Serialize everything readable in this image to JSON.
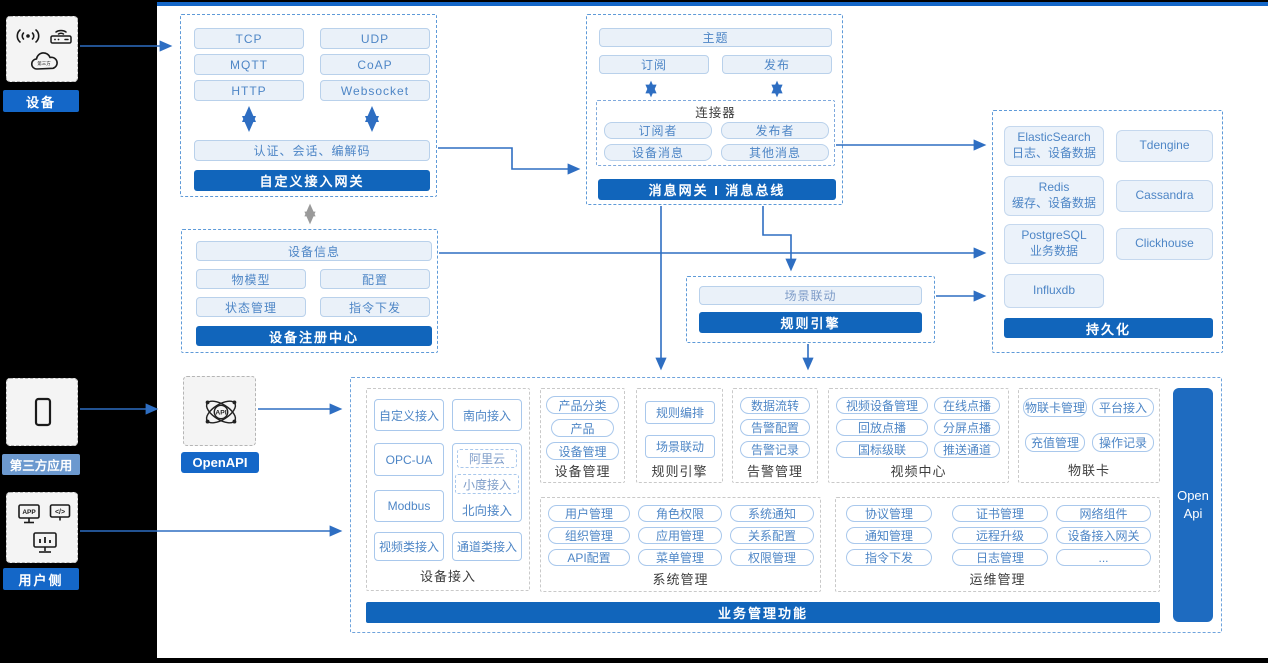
{
  "colors": {
    "accent_blue": "#1467C8",
    "title_bar_blue": "#1165BB",
    "light_pill_bg": "#EAF1F9",
    "pill_border": "#B9D1EB",
    "pill_text": "#4E86C6",
    "dashed_border_blue": "#5E9AD8",
    "muted_label_blue": "#6C99CF",
    "arrow_blue": "#2E6EC2",
    "openapi_sidebar_blue": "#1E6BC0",
    "rail_background": "#000000"
  },
  "left_rail": {
    "device": {
      "label": "设备",
      "icons": [
        "signal-icon",
        "router-icon",
        "cloud-icon"
      ]
    },
    "third_party": {
      "label": "第三方应用",
      "icons": [
        "phone-icon"
      ]
    },
    "user_side": {
      "label": "用户侧",
      "icons": [
        "app-window-icon",
        "code-window-icon",
        "chart-monitor-icon"
      ]
    }
  },
  "custom_gateway": {
    "title": "自定义接入网关",
    "protocols": [
      "TCP",
      "UDP",
      "MQTT",
      "CoAP",
      "HTTP",
      "Websocket"
    ],
    "session_layer": "认证、会话、编解码"
  },
  "device_registry": {
    "title": "设备注册中心",
    "items": [
      "设备信息",
      "物模型",
      "配置",
      "状态管理",
      "指令下发"
    ]
  },
  "message_bus": {
    "title": "消息网关 I 消息总线",
    "topic": "主题",
    "subscribe": "订阅",
    "publish": "发布",
    "connector": {
      "title": "连接器",
      "items": [
        "订阅者",
        "发布者",
        "设备消息",
        "其他消息"
      ]
    }
  },
  "rule_engine_block": {
    "title": "规则引擎",
    "item": "场景联动"
  },
  "persistence": {
    "title": "持久化",
    "stores": [
      {
        "name": "ElasticSearch",
        "desc": "日志、设备数据"
      },
      {
        "name": "Tdengine"
      },
      {
        "name": "Redis",
        "desc": "缓存、设备数据"
      },
      {
        "name": "Cassandra"
      },
      {
        "name": "PostgreSQL",
        "desc": "业务数据"
      },
      {
        "name": "Clickhouse"
      },
      {
        "name": "Influxdb"
      }
    ]
  },
  "openapi": {
    "label": "OpenAPI",
    "icon": "api-network-icon"
  },
  "business_platform": {
    "title": "业务管理功能",
    "open_api_sidebar": "Open Api",
    "sections": {
      "device_access": {
        "label": "设备接入",
        "items": [
          "自定义接入",
          "南向接入",
          "OPC-UA",
          "Modbus",
          "视频类接入",
          "通道类接入"
        ],
        "north_group": {
          "label": "北向接入",
          "items": [
            "阿里云",
            "小度接入"
          ]
        }
      },
      "device_mgmt": {
        "label": "设备管理",
        "items": [
          "产品分类",
          "产品",
          "设备管理"
        ]
      },
      "rule_engine": {
        "label": "规则引擎",
        "items": [
          "规则编排",
          "场景联动"
        ]
      },
      "alarm_mgmt": {
        "label": "告警管理",
        "items": [
          "数据流转",
          "告警配置",
          "告警记录"
        ]
      },
      "video_center": {
        "label": "视频中心",
        "items": [
          "视频设备管理",
          "在线点播",
          "回放点播",
          "分屏点播",
          "国标级联",
          "推送通道"
        ]
      },
      "iot_card": {
        "label": "物联卡",
        "items": [
          "物联卡管理",
          "平台接入",
          "充值管理",
          "操作记录"
        ]
      },
      "system_mgmt": {
        "label": "系统管理",
        "items": [
          "用户管理",
          "角色权限",
          "系统通知",
          "组织管理",
          "应用管理",
          "关系配置",
          "API配置",
          "菜单管理",
          "权限管理"
        ]
      },
      "ops_mgmt": {
        "label": "运维管理",
        "items": [
          "协议管理",
          "证书管理",
          "网络组件",
          "通知管理",
          "远程升级",
          "设备接入网关",
          "指令下发",
          "日志管理",
          "..."
        ]
      }
    }
  }
}
